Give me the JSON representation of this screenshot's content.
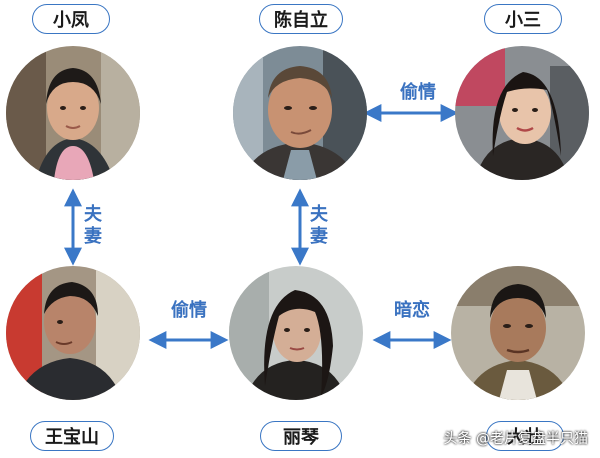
{
  "people": {
    "xiaofeng": {
      "name": "小凤"
    },
    "chenzili": {
      "name": "陈自立"
    },
    "xiaosan": {
      "name": "小三"
    },
    "wangbaoshan": {
      "name": "王宝山"
    },
    "liqin": {
      "name": "丽琴"
    },
    "bottom_right": {
      "name": "大壮"
    }
  },
  "relations": {
    "chenzili_xiaosan": "偷情",
    "xiaofeng_wangbaoshan": "夫妻",
    "chenzili_liqin": "夫妻",
    "wangbaoshan_liqin": "偷情",
    "bottomright_liqin": "暗恋"
  },
  "watermark": "头条 @老片复盘半只猫",
  "colors": {
    "accent": "#3a76c3",
    "label": "#3a72c0"
  }
}
